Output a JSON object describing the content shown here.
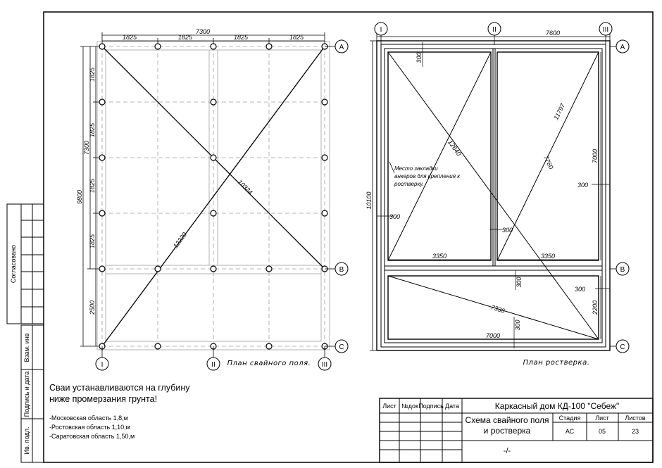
{
  "pile_plan": {
    "caption": "План свайного поля.",
    "top_overall": "7300",
    "top_spans": [
      "1825",
      "1825",
      "1825",
      "1825"
    ],
    "left_spans": [
      "1825",
      "1825",
      "1825",
      "1825",
      "2500"
    ],
    "left_overall_mid": "7300",
    "left_overall": "9800",
    "diag_1": "10324",
    "diag_2": "12220",
    "axes_bottom": [
      "I",
      "II",
      "III"
    ],
    "axes_right": [
      "A",
      "B",
      "C"
    ]
  },
  "grillage_plan": {
    "caption": "План ростверка.",
    "axes_top": [
      "I",
      "II",
      "III"
    ],
    "axes_right": [
      "A",
      "B",
      "C"
    ],
    "top_overall": "7600",
    "left_overall": "10100",
    "dim_300_top": "300",
    "dim_300_left": "300",
    "dim_300_mid": "300",
    "dim_300_right": "300",
    "dim_300_right_low": "300",
    "dim_300_bottom_mid": "300",
    "dim_300_bottom_low": "300",
    "dim_7000_right": "7000",
    "dim_2200_right": "2200",
    "span_3350_left": "3350",
    "span_3350_right": "3350",
    "span_7000_bottom": "7000",
    "diag_12640": "12640",
    "diag_11797": "11797",
    "diag_7760": "7760",
    "diag_7336": "7336",
    "anchor_note": [
      "Место закладки",
      "анкеров для крепления к",
      "ростверку."
    ]
  },
  "notes": {
    "heading_line1": "Сваи устанавливаются на глубину",
    "heading_line2": "ниже промерзания грунта!",
    "items": [
      "-Московская область 1,8,м",
      "-Ростовская область 1,10,м",
      "-Саратовская область 1,50,м"
    ]
  },
  "side_stamp": {
    "agreed": "Согласовано",
    "replace_inv": "Взам. инв",
    "sign_date": "Подпись и дата",
    "inv_orig": "Ив. подл."
  },
  "title_block": {
    "col_sheet": "Лист",
    "col_doc": "№док",
    "col_sign": "Подпись",
    "col_date": "Дата",
    "project": "Каркасный дом КД-100 \"Себеж\"",
    "drawing_line1": "Схема свайного поля",
    "drawing_line2": "и ростверка",
    "stage_label": "Стадия",
    "sheet_label": "Лист",
    "sheets_label": "Листов",
    "stage": "АС",
    "sheet": "05",
    "sheets": "23",
    "blank": "-/-"
  }
}
